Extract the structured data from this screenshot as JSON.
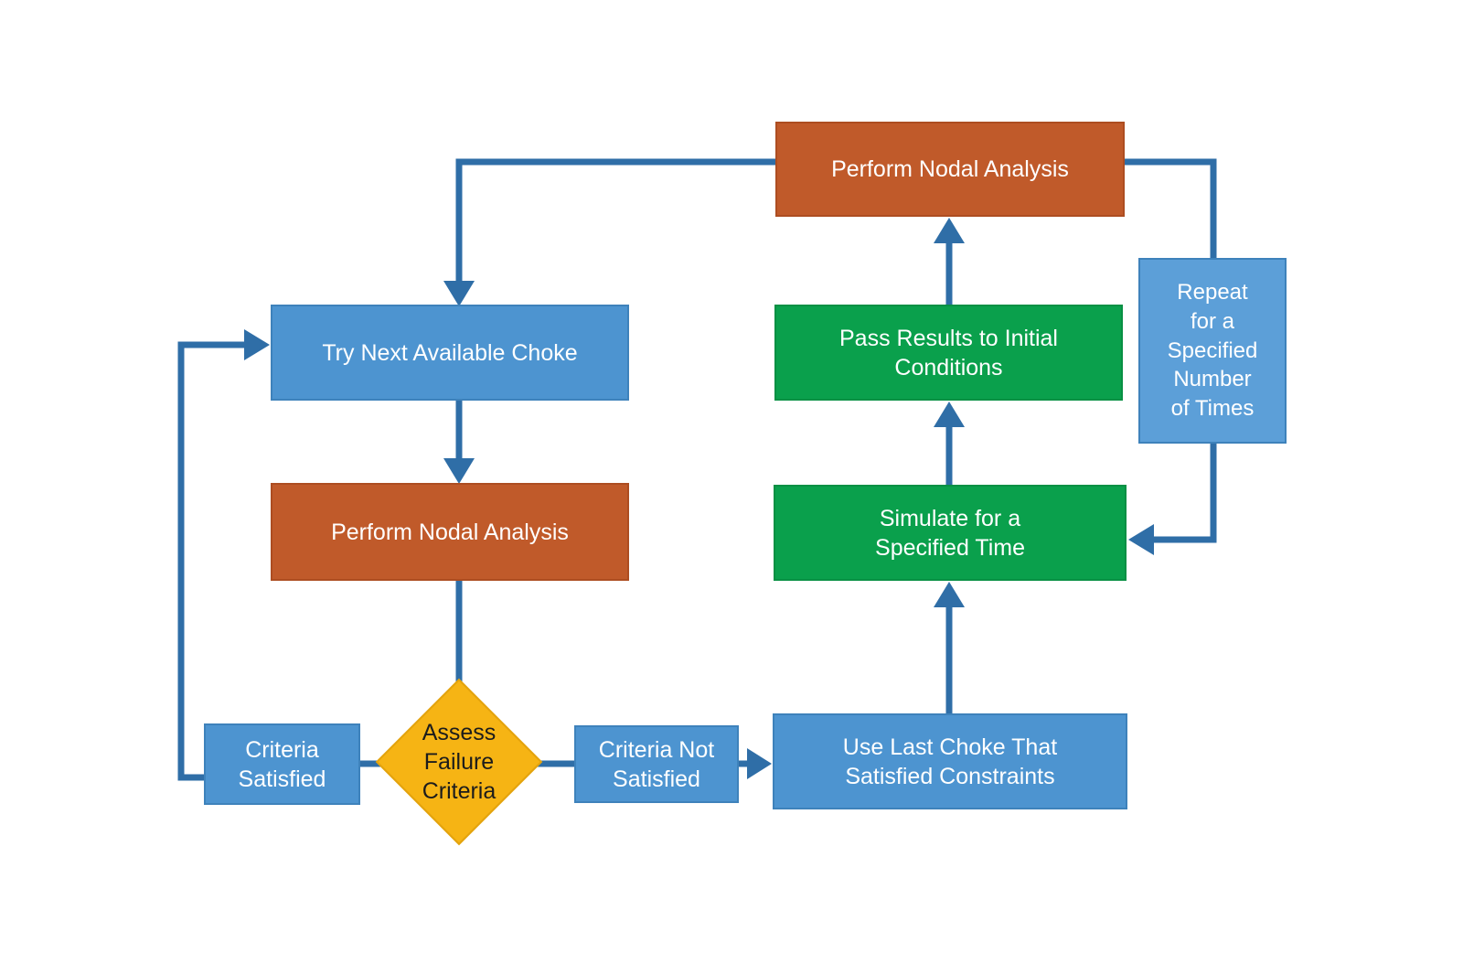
{
  "colors": {
    "background": "#ffffff",
    "arrow": "#2f6ea7",
    "blue_box": "#4d94d0",
    "blue_box_border": "#3e82bb",
    "light_blue_box": "#5c9fd8",
    "green_box": "#0aa04c",
    "green_box_border": "#089044",
    "brown_box": "#c05a2a",
    "brown_box_border": "#ad4d21",
    "yellow_diamond": "#f6b414",
    "yellow_diamond_border": "#e3a30d",
    "box_text": "#ffffff",
    "diamond_text": "#1c1c1c"
  },
  "nodes": {
    "perform_nodal_top": {
      "label": "Perform Nodal Analysis",
      "shape": "rectangle",
      "color_role": "brown"
    },
    "try_next_choke": {
      "label": "Try Next Available Choke",
      "shape": "rectangle",
      "color_role": "blue"
    },
    "perform_nodal_left": {
      "label": "Perform Nodal Analysis",
      "shape": "rectangle",
      "color_role": "brown"
    },
    "assess_failure": {
      "label": "Assess\nFailure\nCriteria",
      "shape": "diamond",
      "color_role": "yellow"
    },
    "criteria_satisfied": {
      "label": "Criteria\nSatisfied",
      "shape": "rectangle",
      "color_role": "blue"
    },
    "criteria_not_satisfied": {
      "label": "Criteria Not\nSatisfied",
      "shape": "rectangle",
      "color_role": "blue"
    },
    "use_last_choke": {
      "label": "Use Last Choke That\nSatisfied Constraints",
      "shape": "rectangle",
      "color_role": "blue"
    },
    "simulate": {
      "label": "Simulate for a\nSpecified Time",
      "shape": "rectangle",
      "color_role": "green"
    },
    "pass_results": {
      "label": "Pass Results to Initial\nConditions",
      "shape": "rectangle",
      "color_role": "green"
    },
    "repeat_note": {
      "label": "Repeat\nfor a\nSpecified\nNumber\nof Times",
      "shape": "rectangle",
      "color_role": "light_blue"
    }
  },
  "edges": [
    {
      "from": "perform_nodal_top",
      "to": "try_next_choke",
      "arrowhead": true
    },
    {
      "from": "try_next_choke",
      "to": "perform_nodal_left",
      "arrowhead": true
    },
    {
      "from": "perform_nodal_left",
      "to": "assess_failure",
      "arrowhead": false
    },
    {
      "from": "assess_failure",
      "to": "criteria_satisfied",
      "arrowhead": false
    },
    {
      "from": "criteria_satisfied",
      "to": "try_next_choke",
      "arrowhead": true
    },
    {
      "from": "assess_failure",
      "to": "criteria_not_satisfied",
      "arrowhead": false
    },
    {
      "from": "criteria_not_satisfied",
      "to": "use_last_choke",
      "arrowhead": true
    },
    {
      "from": "use_last_choke",
      "to": "simulate",
      "arrowhead": true
    },
    {
      "from": "simulate",
      "to": "pass_results",
      "arrowhead": true
    },
    {
      "from": "pass_results",
      "to": "perform_nodal_top",
      "arrowhead": true
    },
    {
      "from": "perform_nodal_top",
      "to": "simulate",
      "via": "repeat_note",
      "arrowhead": true
    }
  ]
}
